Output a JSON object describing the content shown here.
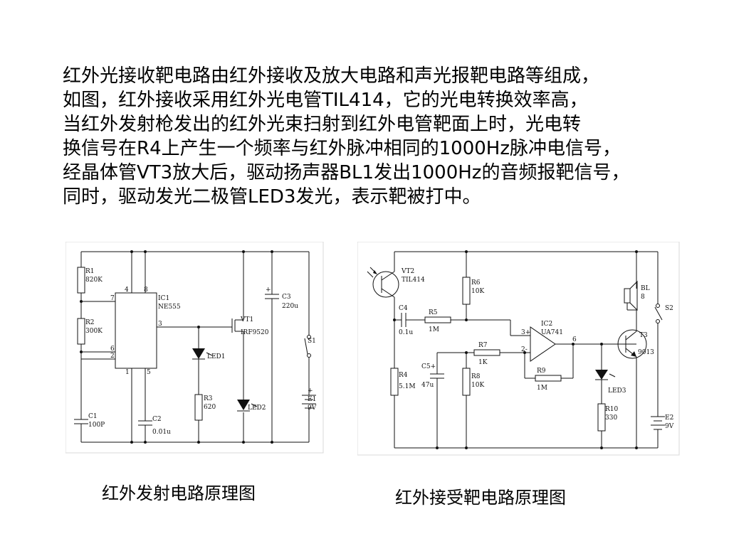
{
  "intro_lines": [
    "红外光接收靶电路由红外接收及放大电路和声光报靶电路等组成，",
    "如图，红外接收采用红外光电管TIL414，它的光电转换效率高，",
    "当红外发射枪发出的红外光束扫射到红外电管靶面上时，光电转",
    "换信号在R4上产生一个频率与红外脉冲相同的1000Hz脉冲电信号，",
    "经晶体管VT3放大后，驱动扬声器BL1发出1000Hz的音频报靶信号，",
    "同时，驱动发光二极管LED3发光，表示靶被打中。"
  ],
  "tx": {
    "caption": "红外发射电路原理图",
    "r1": "R1",
    "r1_val": "820K",
    "r2": "R2",
    "r2_val": "300K",
    "r3": "R3",
    "r3_val": "620",
    "c1": "C1",
    "c1_val": "100P",
    "c2": "C2",
    "c2_val": "0.01u",
    "c3": "C3",
    "c3_val": "220u",
    "ic1": "IC1",
    "ic1_val": "NE555",
    "vt1": "VT1",
    "vt1_val": "IRF9520",
    "led1": "LED1",
    "led2": "LED2",
    "s1": "S1",
    "e1": "E1",
    "e1_val": "9V",
    "pin7": "7",
    "pin4": "4",
    "pin8": "8",
    "pin3": "3",
    "pin6": "6",
    "pin2": "2",
    "pin1": "1",
    "pin5": "5",
    "plus_c3": "+",
    "plus_e1": "+"
  },
  "rx": {
    "caption": "红外接受靶电路原理图",
    "vt2": "VT2",
    "vt2_val": "TIL414",
    "c4": "C4",
    "c4_val": "0.1u",
    "r5": "R5",
    "r5_val": "1M",
    "r6": "R6",
    "r6_val": "10K",
    "ic2": "IC2",
    "ic2_val": "UA741",
    "r7": "R7",
    "r7_val": "1K",
    "c5": "C5+",
    "c5_val": "47u",
    "r4": "R4",
    "r4_val": "5.1M",
    "r8": "R8",
    "r8_val": "10K",
    "r9": "R9",
    "r9_val": "1M",
    "led3": "LED3",
    "r10": "R10",
    "r10_val": "330",
    "vt3": "T3",
    "vt3_val": "9013",
    "bl": "BL",
    "bl_val": "8",
    "s2": "S2",
    "e2": "E2",
    "e2_val": "9V",
    "pin3p": "3+",
    "pin2m": "2-",
    "pin6": "6"
  }
}
